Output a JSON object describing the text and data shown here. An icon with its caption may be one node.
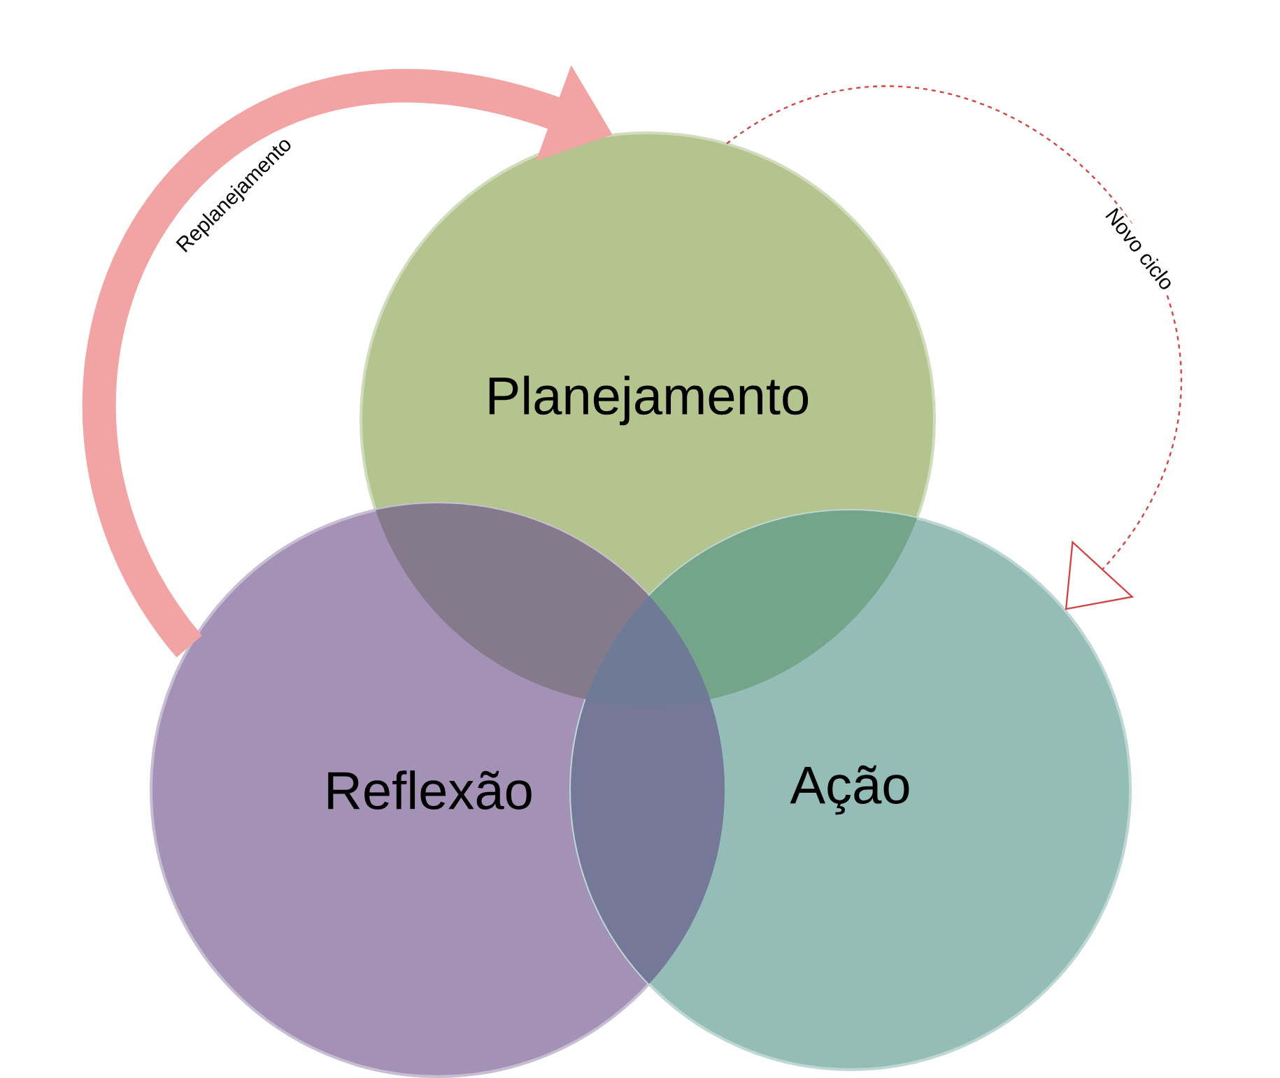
{
  "diagram": {
    "nodes": [
      {
        "text": [
          "Planejamento"
        ]
      },
      {
        "text": [
          "Reflexão"
        ]
      },
      {
        "text": [
          "Ação"
        ]
      }
    ],
    "edges": [
      {
        "from": 1,
        "to": 0,
        "arrow": "to",
        "label": "Replanejamento",
        "style": "thick",
        "color": "#f2a3a3"
      },
      {
        "from": 0,
        "to": 2,
        "arrow": "to",
        "label": "Novo ciclo",
        "style": "dashed",
        "color": "#d04545"
      }
    ]
  }
}
